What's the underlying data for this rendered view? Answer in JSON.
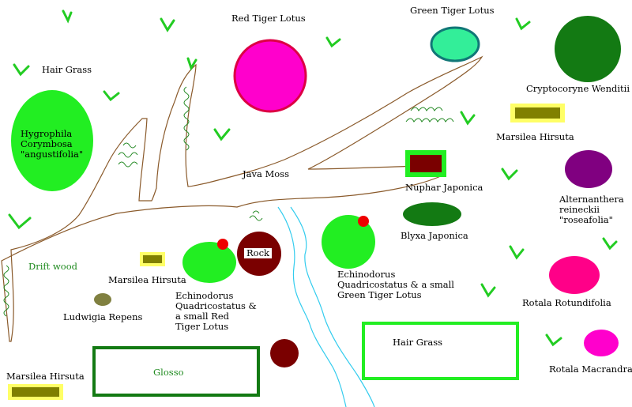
{
  "colors": {
    "bright_green": "#22ee22",
    "dark_green": "#137a13",
    "magenta": "#ff00cc",
    "maroon": "#7a0000",
    "red": "#ee0000",
    "olive": "#6b6b00",
    "khaki": "#808040",
    "yellow": "#ffff66",
    "purple": "#800080",
    "pink": "#ff0088",
    "aqua": "#33ee99",
    "teal": "#117777",
    "wood": "#8a5a2b",
    "water": "#33ccee"
  },
  "labels": {
    "red_tiger_lotus": "Red Tiger Lotus",
    "green_tiger_lotus": "Green Tiger Lotus",
    "hair_grass_top": "Hair Grass",
    "hygrophila": "Hygrophila\nCorymbosa\n\"angustifolia\"",
    "cryptocoryne": "Cryptocoryne Wenditii",
    "marsilea_right": "Marsilea Hirsuta",
    "java_moss": "Java Moss",
    "nuphar": "Nuphar Japonica",
    "alternanthera": "Alternanthera\nreineckii\n\"roseafolia\"",
    "blyxa": "Blyxa Japonica",
    "rock": "Rock",
    "drift_wood": "Drift wood",
    "marsilea_center": "Marsilea Hirsuta",
    "echino_red": "Echinodorus\nQuadricostatus &\na small Red\nTiger Lotus",
    "echino_green": "Echinodorus\nQuadricostatus & a small\nGreen Tiger Lotus",
    "rotala_rotundifolia": "Rotala Rotundifolia",
    "ludwigia": "Ludwigia Repens",
    "hair_grass_bottom": "Hair Grass",
    "rotala_macrandra": "Rotala Macrandra",
    "marsilea_bottom": "Marsilea Hirsuta",
    "glosso": "Glosso"
  }
}
